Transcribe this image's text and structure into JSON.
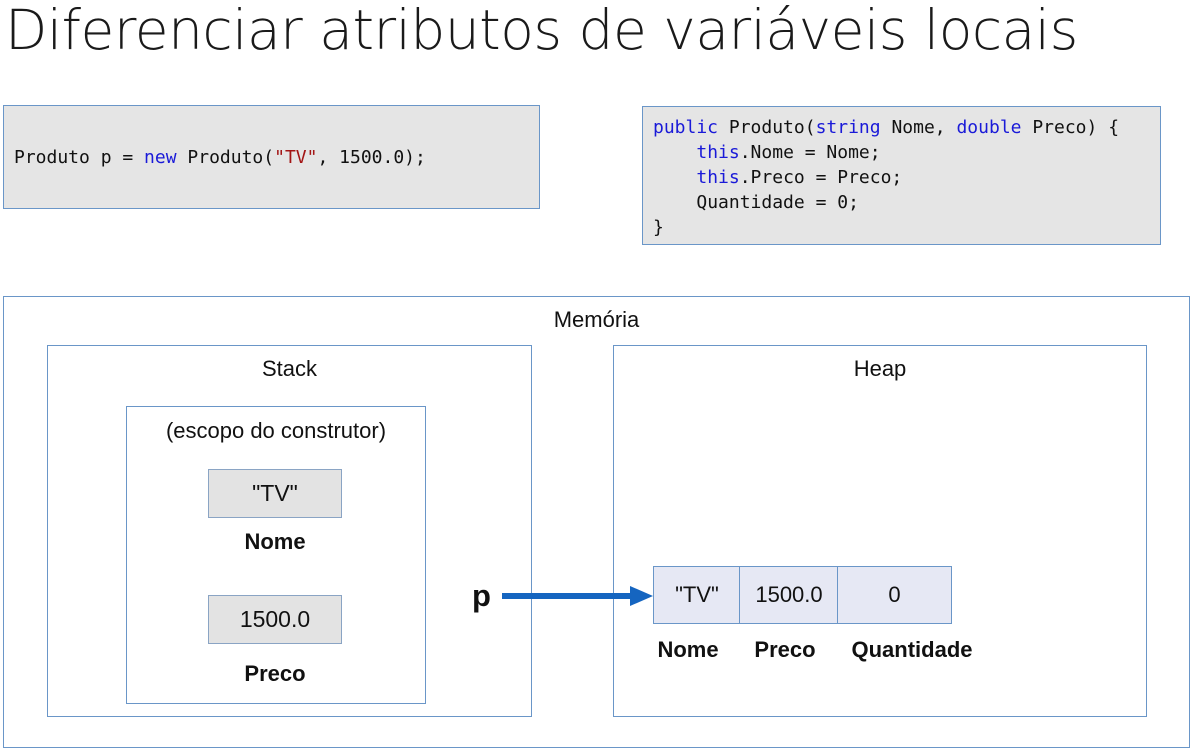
{
  "title": "Diferenciar atributos de variáveis locais",
  "code1": {
    "part1": "Produto p = ",
    "kw_new": "new",
    "part2": " Produto(",
    "str_tv": "\"TV\"",
    "part3": ", 1500.0);"
  },
  "code2": {
    "l1_kw_public": "public",
    "l1_a": " Produto(",
    "l1_kw_string": "string",
    "l1_b": " Nome, ",
    "l1_kw_double": "double",
    "l1_c": " Preco) {",
    "l2_kw_this": "this",
    "l2_rest": ".Nome = Nome;",
    "l3_kw_this": "this",
    "l3_rest": ".Preco = Preco;",
    "l4": "Quantidade = 0;",
    "l5": "}"
  },
  "memory": {
    "label": "Memória",
    "stack": {
      "label": "Stack",
      "scope_label": "(escopo do construtor)",
      "vars": [
        {
          "value": "\"TV\"",
          "name": "Nome"
        },
        {
          "value": "1500.0",
          "name": "Preco"
        }
      ]
    },
    "pointer_label": "p",
    "heap": {
      "label": "Heap",
      "cells": [
        {
          "value": "\"TV\"",
          "name": "Nome"
        },
        {
          "value": "1500.0",
          "name": "Preco"
        },
        {
          "value": "0",
          "name": "Quantidade"
        }
      ]
    }
  },
  "colors": {
    "border": "#6a96c8",
    "arrow": "#1565c0",
    "keyword": "#1a1ad8",
    "string": "#a31515"
  }
}
